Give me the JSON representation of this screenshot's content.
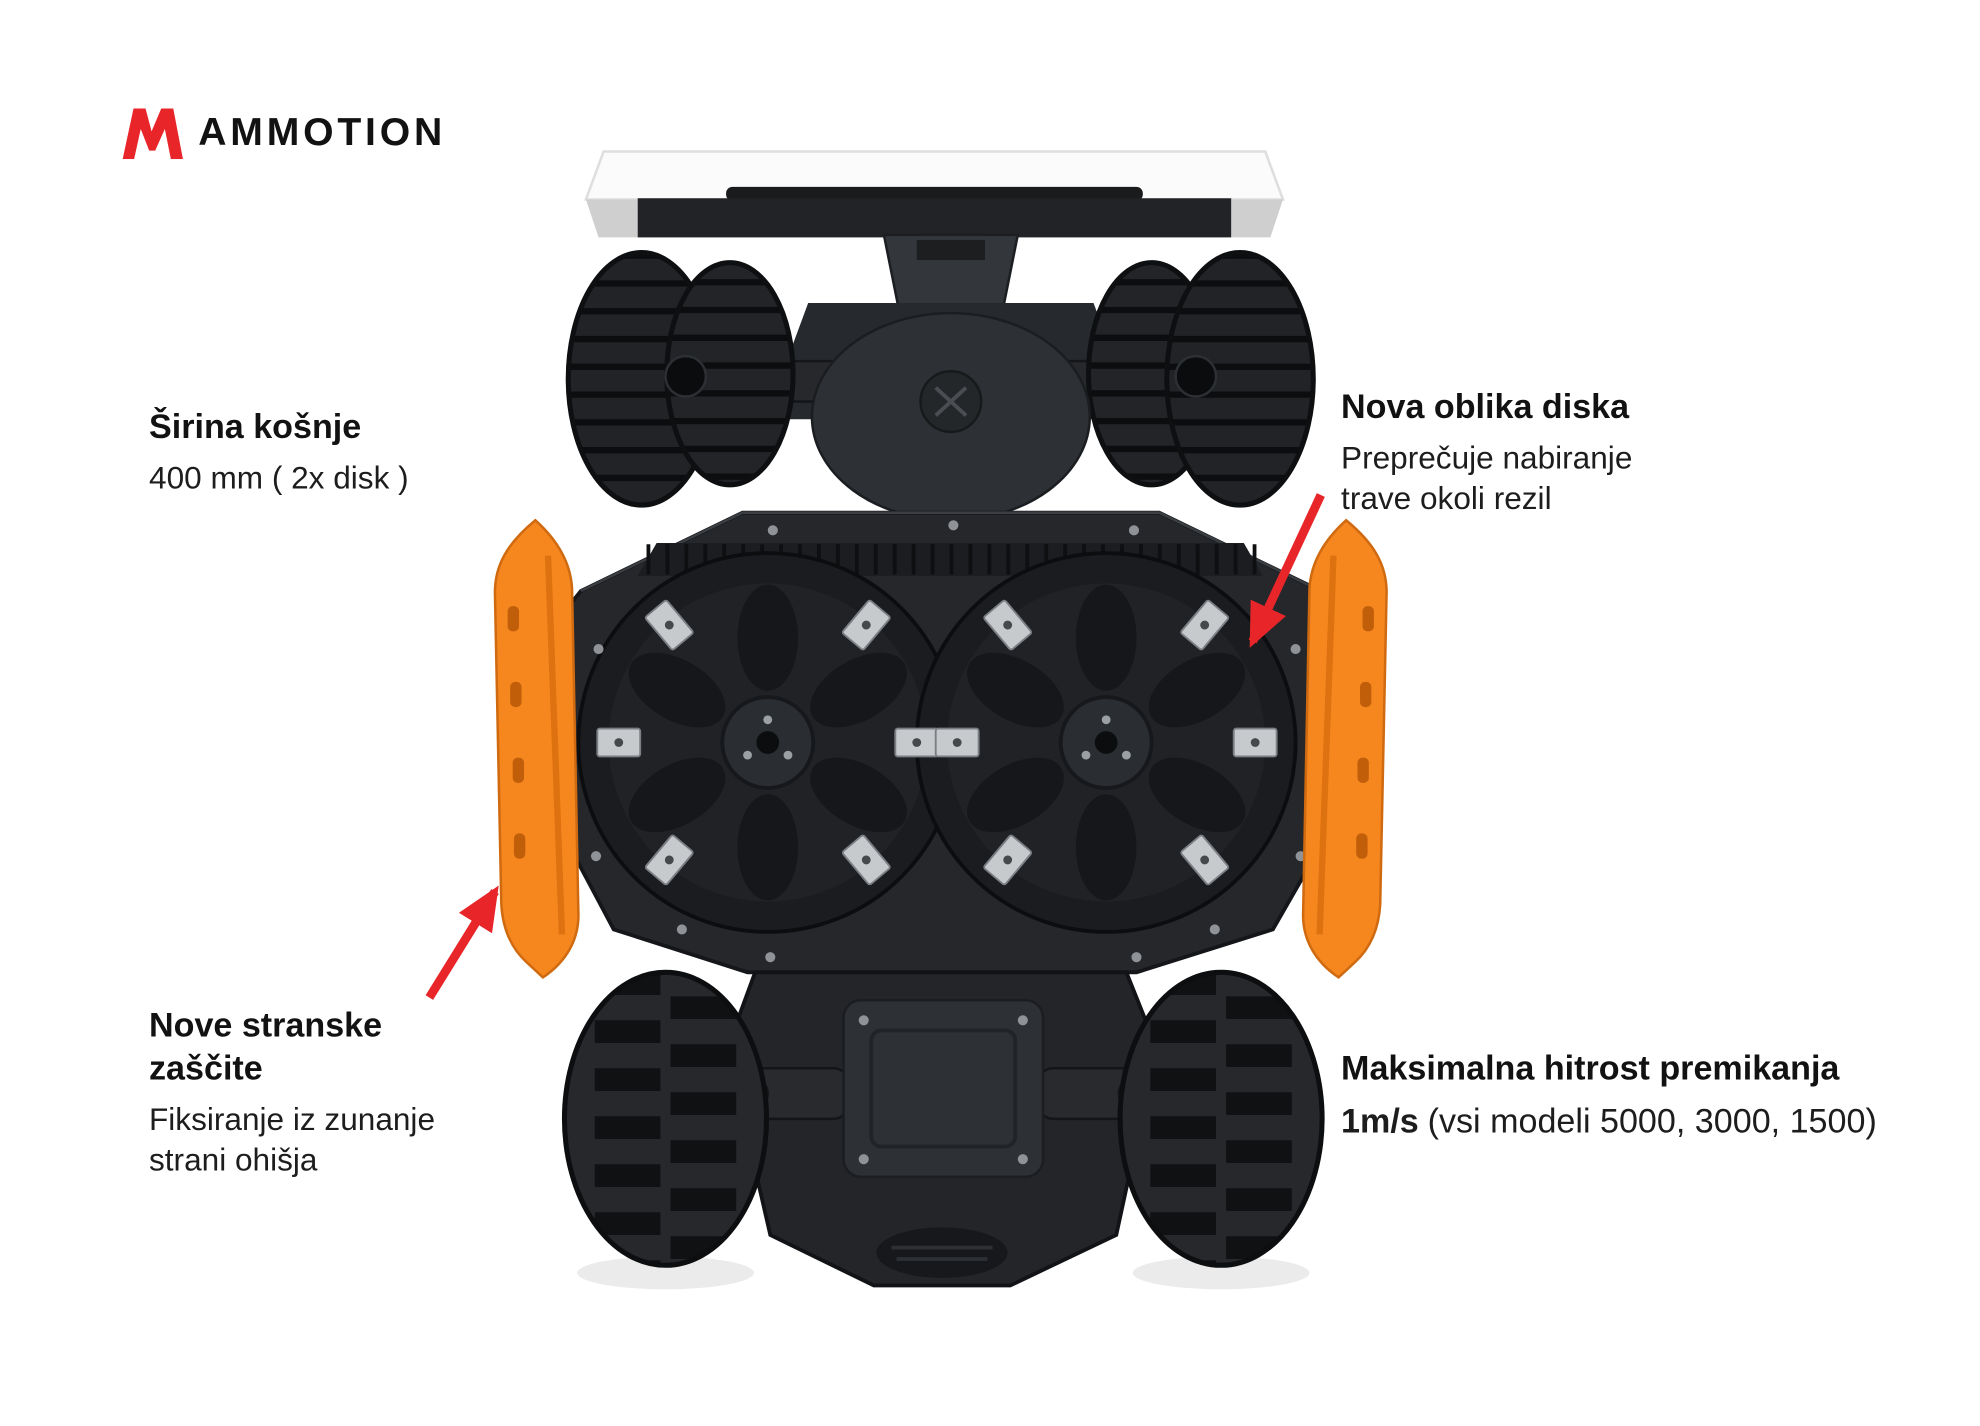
{
  "logo": {
    "text": "AMMOTION"
  },
  "callouts": {
    "cutting_width": {
      "title": "Širina košnje",
      "body": "400 mm ( 2x disk )"
    },
    "disc_shape": {
      "title": "Nova oblika diska",
      "body": "Preprečuje nabiranje trave okoli rezil"
    },
    "side_guards": {
      "title": "Nove stranske zaščite",
      "body": "Fiksiranje iz zunanje strani ohišja"
    },
    "max_speed": {
      "title": "Maksimalna hitrost premikanja",
      "highlight": "1m/s",
      "body": "(vsi modeli 5000, 3000, 1500)"
    }
  },
  "colors": {
    "accent_red": "#e8262a",
    "guard_orange": "#f6871f",
    "text": "#161616",
    "background": "#ffffff"
  }
}
